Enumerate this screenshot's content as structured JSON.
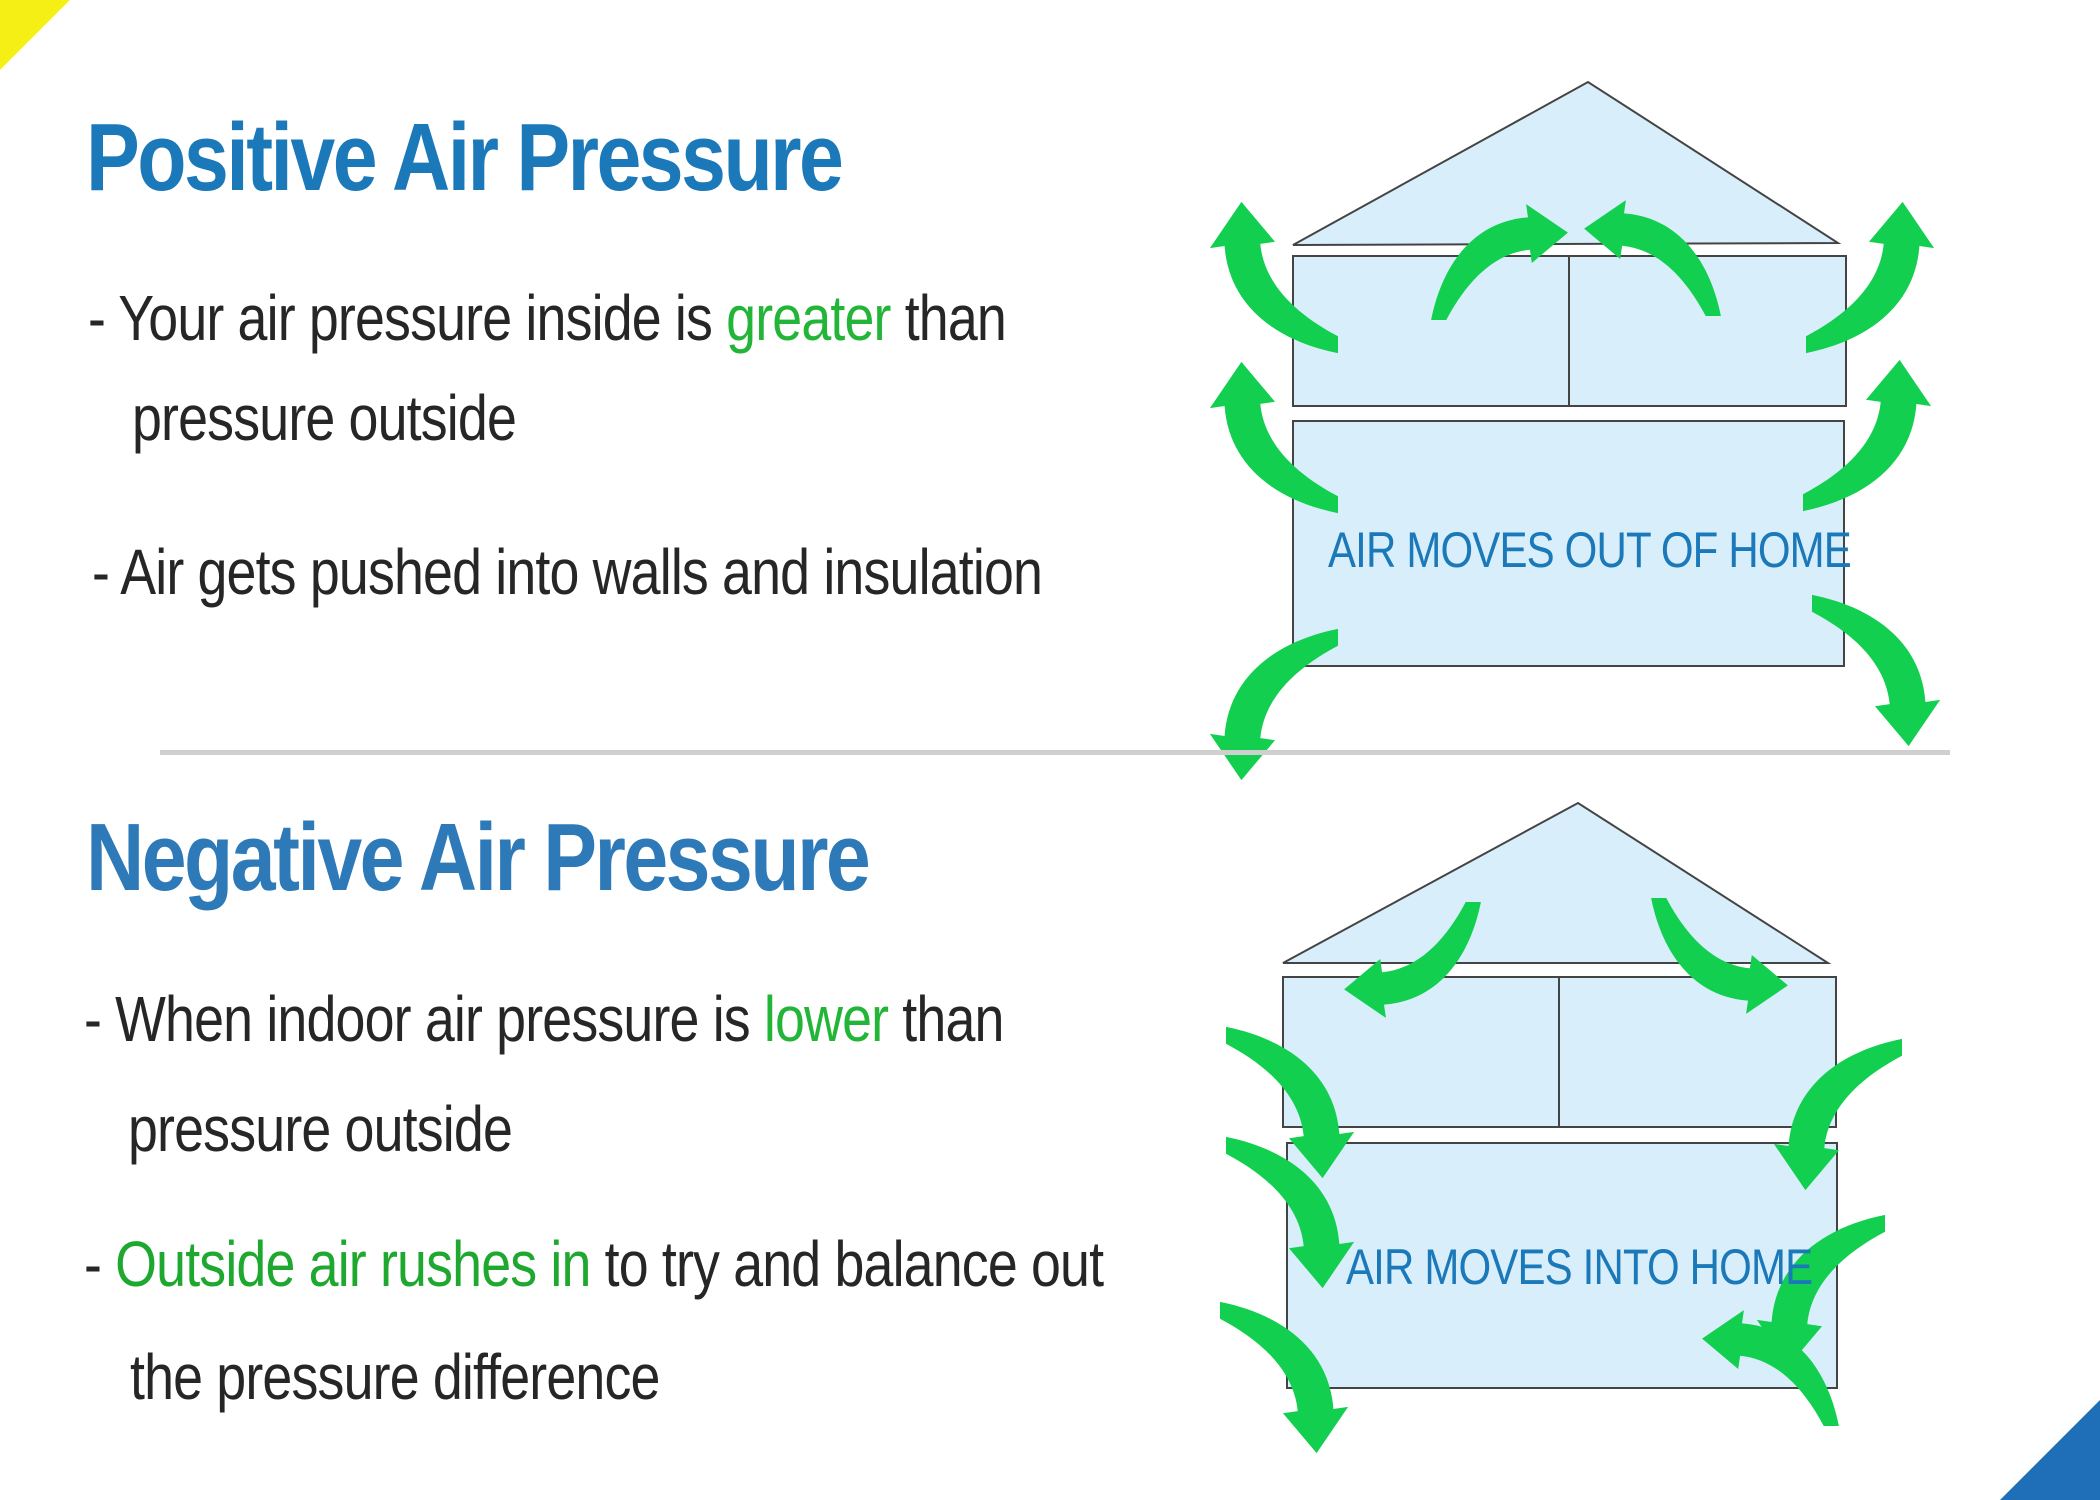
{
  "positive": {
    "title": "Positive Air Pressure",
    "bullet1_pre": "- Your air pressure inside is ",
    "bullet1_highlight": "greater",
    "bullet1_post": " than",
    "bullet1_line2": "pressure outside",
    "bullet2": "- Air gets pushed into walls and insulation",
    "house_label": "AIR MOVES OUT OF HOME"
  },
  "negative": {
    "title": "Negative Air Pressure",
    "bullet1_pre": "- When indoor air pressure is ",
    "bullet1_highlight": "lower",
    "bullet1_post": " than",
    "bullet1_line2": "pressure outside",
    "bullet2_pre": "- ",
    "bullet2_highlight": "Outside air rushes in",
    "bullet2_post": " to try and balance out",
    "bullet2_line2": "the pressure difference",
    "house_label": "AIR MOVES INTO HOME"
  },
  "colors": {
    "heading_blue": "#1b79b9",
    "highlight_green": "#22b537",
    "arrow_green": "#12cf4f",
    "house_fill": "#d8eefa",
    "house_stroke": "#444444",
    "accent_yellow": "#f6ef16",
    "accent_blue": "#1f6fb8"
  },
  "icons": {
    "airflow_arrow": "curved-arrow-icon",
    "house": "house-outline-icon"
  }
}
